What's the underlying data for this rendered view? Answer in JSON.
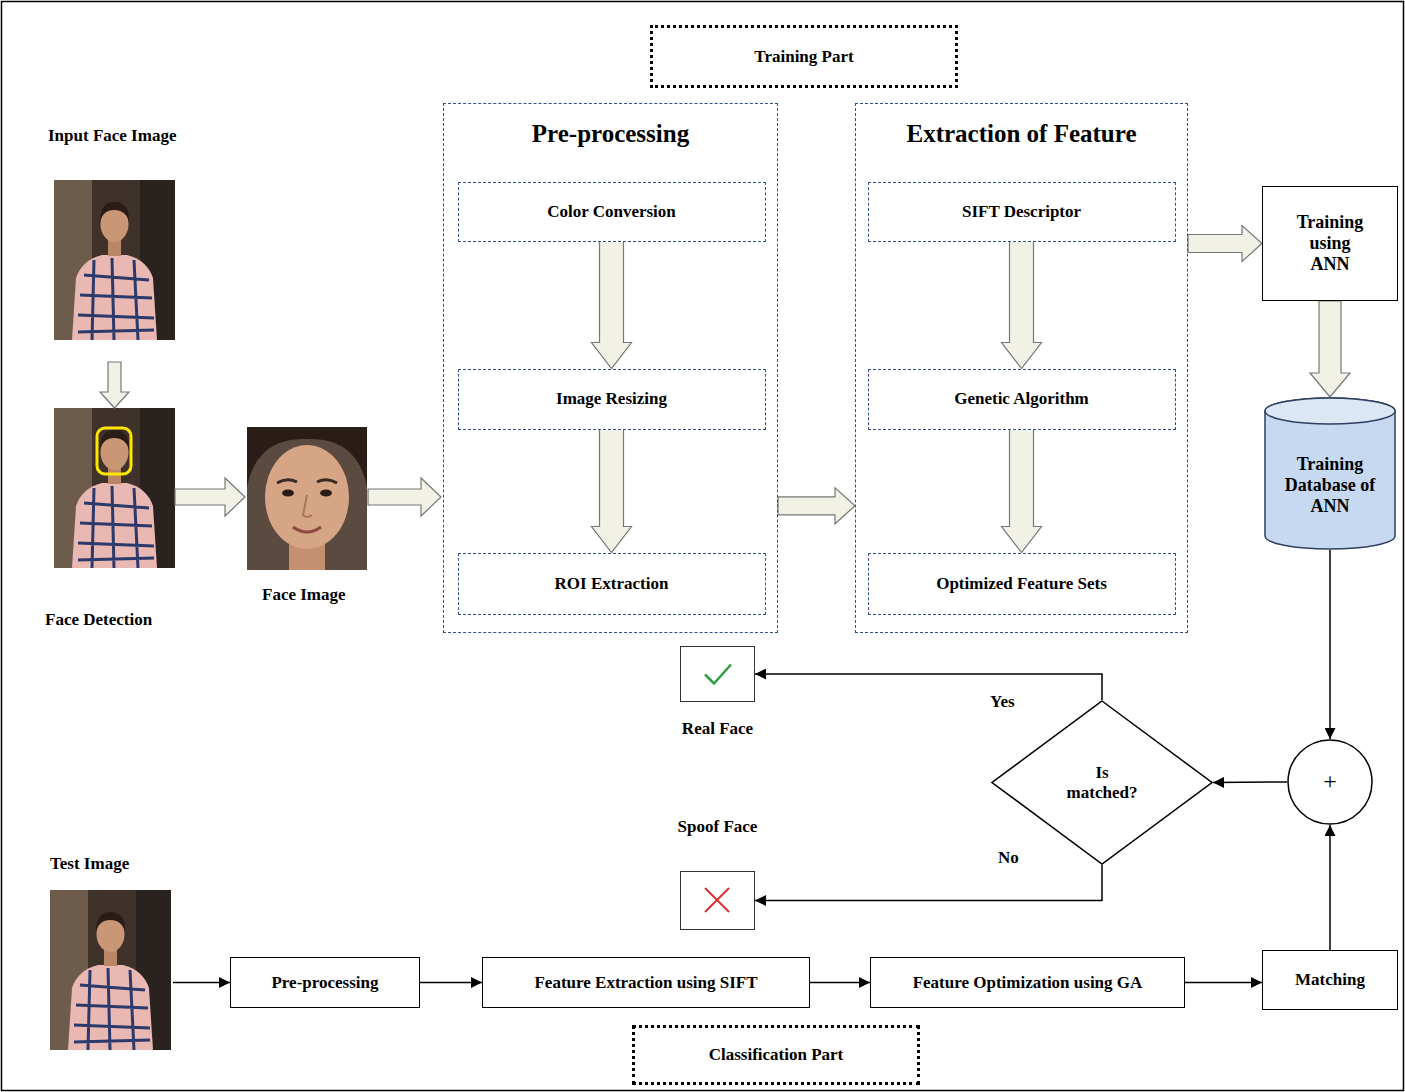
{
  "diagram": {
    "nodes": [
      {
        "text": [
          "Training Part"
        ]
      },
      {
        "text": [
          "Pre-processing"
        ]
      },
      {
        "text": [
          "Color Conversion"
        ],
        "in": 1
      },
      {
        "text": [
          "Image Resizing"
        ],
        "in": 1
      },
      {
        "text": [
          "ROI Extraction"
        ],
        "in": 1
      },
      {
        "text": [
          "Extraction of Feature"
        ]
      },
      {
        "text": [
          "SIFT Descriptor"
        ],
        "in": 5
      },
      {
        "text": [
          "Genetic Algorithm"
        ],
        "in": 5
      },
      {
        "text": [
          "Optimized Feature Sets"
        ],
        "in": 5
      },
      {
        "text": [
          "Training using ANN"
        ]
      },
      {
        "text": [
          "Training Database of ANN"
        ]
      },
      {
        "text": [
          "Real Face"
        ]
      },
      {
        "text": [
          "Is matched?"
        ]
      },
      {
        "text": [
          "+"
        ]
      },
      {
        "text": [
          "Spoof Face"
        ]
      },
      {
        "text": [
          "Pre-processing"
        ]
      },
      {
        "text": [
          "Feature Extraction using SIFT"
        ]
      },
      {
        "text": [
          "Feature Optimization using GA"
        ]
      },
      {
        "text": [
          "Matching"
        ]
      },
      {
        "text": [
          "Classification Part"
        ]
      }
    ],
    "edges": [
      {
        "from": 2,
        "to": 3,
        "arrow": "to"
      },
      {
        "from": 3,
        "to": 4,
        "arrow": "to"
      },
      {
        "from": 1,
        "to": 5,
        "arrow": "to"
      },
      {
        "from": 6,
        "to": 7,
        "arrow": "to"
      },
      {
        "from": 7,
        "to": 8,
        "arrow": "to"
      },
      {
        "from": 5,
        "to": 9,
        "arrow": "to"
      },
      {
        "from": 9,
        "to": 10,
        "arrow": "to"
      },
      {
        "from": 10,
        "to": 13,
        "arrow": "to"
      },
      {
        "from": 18,
        "to": 13,
        "arrow": "to"
      },
      {
        "from": 13,
        "to": 12,
        "arrow": "to"
      },
      {
        "from": 12,
        "to": 11,
        "label": "Yes",
        "arrow": "to"
      },
      {
        "from": 12,
        "to": 14,
        "label": "No",
        "arrow": "to"
      },
      {
        "from": 15,
        "to": 16,
        "arrow": "to"
      },
      {
        "from": 16,
        "to": 17,
        "arrow": "to"
      },
      {
        "from": 17,
        "to": 18,
        "arrow": "to"
      }
    ],
    "labels": [
      "Input Face Image",
      "Face Detection",
      "Face Image",
      "Test Image"
    ]
  }
}
